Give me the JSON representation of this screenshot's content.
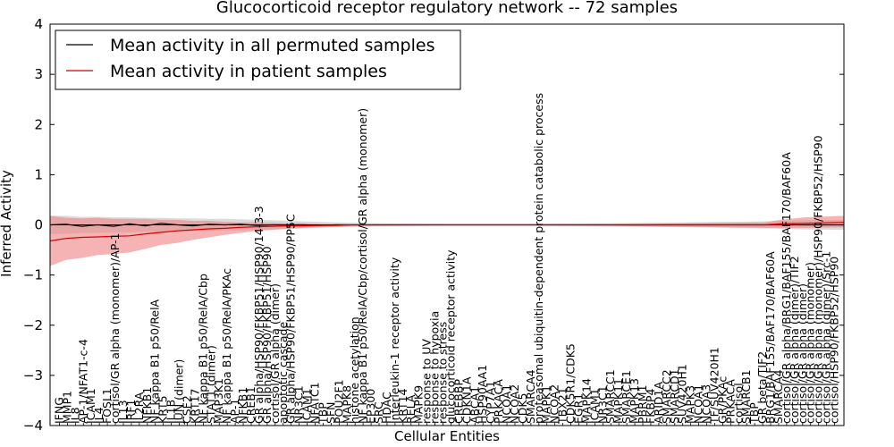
{
  "chart_data": {
    "type": "line",
    "title": "Glucocorticoid receptor regulatory network -- 72 samples",
    "xlabel": "Cellular Entities",
    "ylabel": "Inferred Activity",
    "ylim": [
      -4,
      4
    ],
    "yticks": [
      4,
      3,
      2,
      1,
      0,
      -1,
      -2,
      -3,
      -4
    ],
    "grid": false,
    "legend_position": "top-left",
    "zero_line": 0,
    "colors": {
      "permuted": "#000000",
      "patient": "#d40000",
      "permuted_band": "#bdbdbd",
      "patient_band": "#f08080"
    },
    "categories": [
      "IFNG",
      "MMP1",
      "IL8",
      "AP-1/NFAT1-c-4",
      "ICAM1",
      "IL4",
      "FOSL1",
      "cortisol/GR alpha (monomer)/AP-1",
      "IL13",
      "IRF1",
      "IL2RA",
      "NFKB1",
      "NF kappa B1 p50/RelA",
      "KRT5",
      "IL1B",
      "JUN (dimer)",
      "CSF2",
      "KRT17",
      "NF kappa B1 p50/RelA/Cbp",
      "STAT1 (dimer)",
      "MAP3K1",
      "NF kappa B1 p50/RelA/PKAc",
      "AP-1",
      "NFKB1",
      "CREB1",
      "GR alpha/HSP90/FKBP51/HSP90/14-3-3",
      "GR alpha/HSP90/FKBP51/HSP90",
      "cortisol/GR alpha (dimer)",
      "apoptotic cascade",
      "GR alpha/HSP90/FKBP51/HSP90/PP5C",
      "NR3C1",
      "ICAM1",
      "NFATC1",
      "TBP",
      "SFN",
      "POU2F1",
      "MAPK8",
      "histone acetylation",
      "NF kappa B1 p50/RelA/Cbp/cortisol/GR alpha (monomer)",
      "EP300",
      "SRC",
      "HDAC",
      "Interleukin-1 receptor activity",
      "KRT14",
      "RELA",
      "MAPK9",
      "response to UV",
      "response to hypoxia",
      "response to stress",
      "glucocorticoid receptor activity",
      "CREBBP",
      "CDKN1A",
      "ABCA1",
      "HSP90AA1",
      "CYP7A1",
      "PRKACA",
      "NCOA1",
      "NCOA2",
      "CDK5",
      "SMARCA4",
      "proteasomal ubiquitin-dependent protein catabolic process",
      "MAPK1",
      "NCOA2",
      "TBX21",
      "CDK5R1/CDK5",
      "EGR1",
      "MAPK14",
      "ICAM1",
      "NR3C1",
      "SMARCC1",
      "MAPK11",
      "SMARCE1",
      "MAPK13",
      "PBRM1",
      "FKBP4",
      "ARID1A",
      "SMARCC2",
      "SMARCD1",
      "SUV420H1",
      "MAPK3",
      "NCOA1",
      "NCOA3",
      "TF/SUV420H1",
      "GR/PKAc",
      "PRKACA",
      "cortisol",
      "SMARCB1",
      "TBP",
      "GR beta/TIF2",
      "BRG1/BAF155/BAF170/BAF60A",
      "SMARCA4",
      "cortisol/GR alpha/BRG1/BAF155/BAF170/BAF60A",
      "cortisol/GR alpha (dimer)/TIF2",
      "cortisol/GR alpha (dimer)",
      "cortisol/GR alpha (monomer)",
      "cortisol/GR alpha (monomer)/HSP90/FKBP52/HSP90",
      "cortisol/GR alpha (dimer)/Src-1",
      "cortisol/HSP90/FKBP52/HSP90"
    ],
    "series": [
      {
        "name": "Mean activity in all permuted samples",
        "x": [
          0,
          2,
          4,
          6,
          8,
          10,
          12,
          14,
          16,
          18,
          20,
          22,
          24,
          26,
          28,
          30,
          32,
          34,
          36,
          38,
          40,
          45,
          50,
          55,
          60,
          65,
          70,
          75,
          80,
          85,
          90,
          92,
          95,
          100
        ],
        "values": [
          0.0,
          0.01,
          -0.03,
          0.0,
          -0.03,
          0.02,
          -0.02,
          0.03,
          0.0,
          -0.02,
          0.01,
          0.0,
          0.01,
          -0.01,
          0.0,
          0.0,
          0.0,
          -0.01,
          0.0,
          0.0,
          0.0,
          0.0,
          0.0,
          0.0,
          0.0,
          0.0,
          0.0,
          0.0,
          0.0,
          0.0,
          0.0,
          0.0,
          0.0,
          0.0
        ],
        "band_upper": [
          0.18,
          0.18,
          0.16,
          0.16,
          0.15,
          0.15,
          0.14,
          0.14,
          0.13,
          0.13,
          0.12,
          0.12,
          0.11,
          0.1,
          0.09,
          0.08,
          0.07,
          0.06,
          0.05,
          0.04,
          0.03,
          0.025,
          0.02,
          0.02,
          0.02,
          0.025,
          0.03,
          0.04,
          0.05,
          0.06,
          0.07,
          0.08,
          0.09,
          0.1
        ],
        "band_lower": [
          -0.18,
          -0.18,
          -0.16,
          -0.16,
          -0.15,
          -0.15,
          -0.14,
          -0.14,
          -0.13,
          -0.13,
          -0.12,
          -0.12,
          -0.11,
          -0.1,
          -0.09,
          -0.08,
          -0.07,
          -0.06,
          -0.05,
          -0.04,
          -0.03,
          -0.025,
          -0.02,
          -0.02,
          -0.02,
          -0.025,
          -0.03,
          -0.04,
          -0.05,
          -0.06,
          -0.07,
          -0.08,
          -0.09,
          -0.1
        ]
      },
      {
        "name": "Mean activity in patient samples",
        "x": [
          0,
          2,
          4,
          6,
          8,
          10,
          12,
          14,
          16,
          18,
          20,
          22,
          24,
          26,
          28,
          30,
          32,
          34,
          36,
          38,
          40,
          45,
          50,
          55,
          60,
          65,
          70,
          75,
          80,
          85,
          90,
          92,
          95,
          100
        ],
        "values": [
          -0.32,
          -0.27,
          -0.25,
          -0.24,
          -0.23,
          -0.22,
          -0.18,
          -0.15,
          -0.12,
          -0.1,
          -0.08,
          -0.07,
          -0.05,
          -0.04,
          -0.03,
          -0.02,
          -0.02,
          -0.01,
          -0.01,
          0.0,
          0.0,
          0.0,
          0.0,
          0.0,
          0.0,
          0.0,
          0.0,
          0.0,
          0.0,
          0.0,
          0.0,
          0.02,
          0.03,
          0.05
        ],
        "band_upper": [
          0.18,
          0.14,
          0.13,
          0.14,
          0.12,
          0.12,
          0.12,
          0.1,
          0.1,
          0.08,
          0.08,
          0.06,
          0.05,
          0.05,
          0.04,
          0.03,
          0.03,
          0.02,
          0.02,
          0.015,
          0.01,
          0.01,
          0.01,
          0.01,
          0.01,
          0.01,
          0.01,
          0.02,
          0.03,
          0.04,
          0.05,
          0.1,
          0.15,
          0.18
        ],
        "band_lower": [
          -0.82,
          -0.7,
          -0.66,
          -0.6,
          -0.58,
          -0.55,
          -0.48,
          -0.4,
          -0.36,
          -0.3,
          -0.25,
          -0.2,
          -0.16,
          -0.12,
          -0.1,
          -0.08,
          -0.06,
          -0.05,
          -0.04,
          -0.03,
          -0.02,
          -0.015,
          -0.01,
          -0.01,
          -0.01,
          -0.015,
          -0.02,
          -0.03,
          -0.04,
          -0.05,
          -0.06,
          -0.06,
          -0.06,
          -0.05
        ]
      }
    ]
  }
}
